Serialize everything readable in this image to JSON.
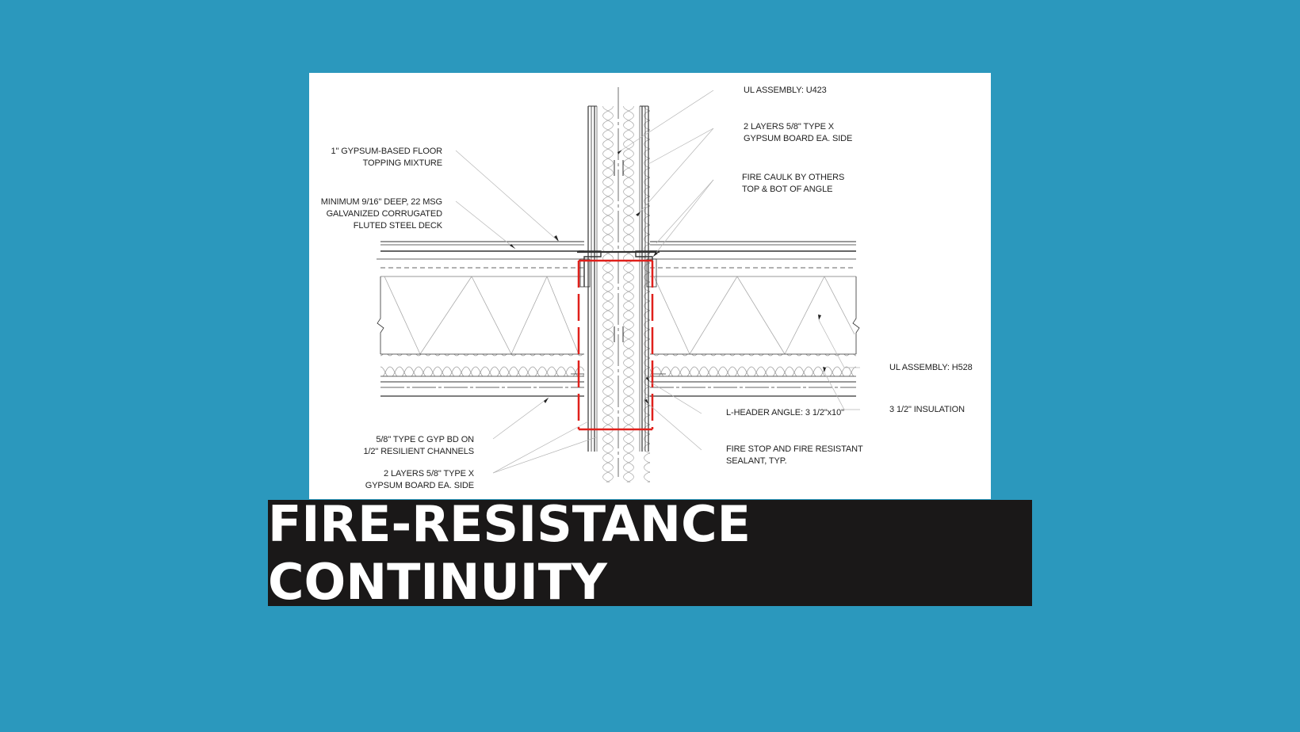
{
  "title": "FIRE-RESISTANCE CONTINUITY",
  "colors": {
    "background": "#2b98bd",
    "banner": "#1a1818",
    "title_text": "#ffffff",
    "highlight_box": "#e0201b",
    "line_work": "#333333"
  },
  "diagram": {
    "callouts_left": {
      "floor_topping": [
        "1\" GYPSUM-BASED FLOOR",
        "TOPPING MIXTURE"
      ],
      "steel_deck": [
        "MINIMUM 9/16\" DEEP, 22 MSG",
        "GALVANIZED CORRUGATED",
        "FLUTED STEEL DECK"
      ],
      "ceiling_board": [
        "5/8\" TYPE C GYP BD ON",
        "1/2\" RESILIENT CHANNELS"
      ],
      "wall_board_bottom": [
        "2 LAYERS 5/8\" TYPE X",
        "GYPSUM BOARD EA. SIDE"
      ]
    },
    "callouts_right": {
      "ul_wall": [
        "UL ASSEMBLY: U423"
      ],
      "wall_board_top": [
        "2 LAYERS 5/8\" TYPE X",
        "GYPSUM BOARD EA. SIDE"
      ],
      "fire_caulk": [
        "FIRE CAULK BY OTHERS",
        "TOP & BOT OF ANGLE"
      ],
      "ul_floor": [
        "UL ASSEMBLY:  H528"
      ],
      "insulation": [
        "3 1/2\" INSULATION"
      ],
      "l_header": [
        "L-HEADER ANGLE: 3 1/2\"x10\""
      ],
      "fire_stop": [
        "FIRE STOP AND FIRE RESISTANT",
        "SEALANT, TYP."
      ]
    }
  }
}
